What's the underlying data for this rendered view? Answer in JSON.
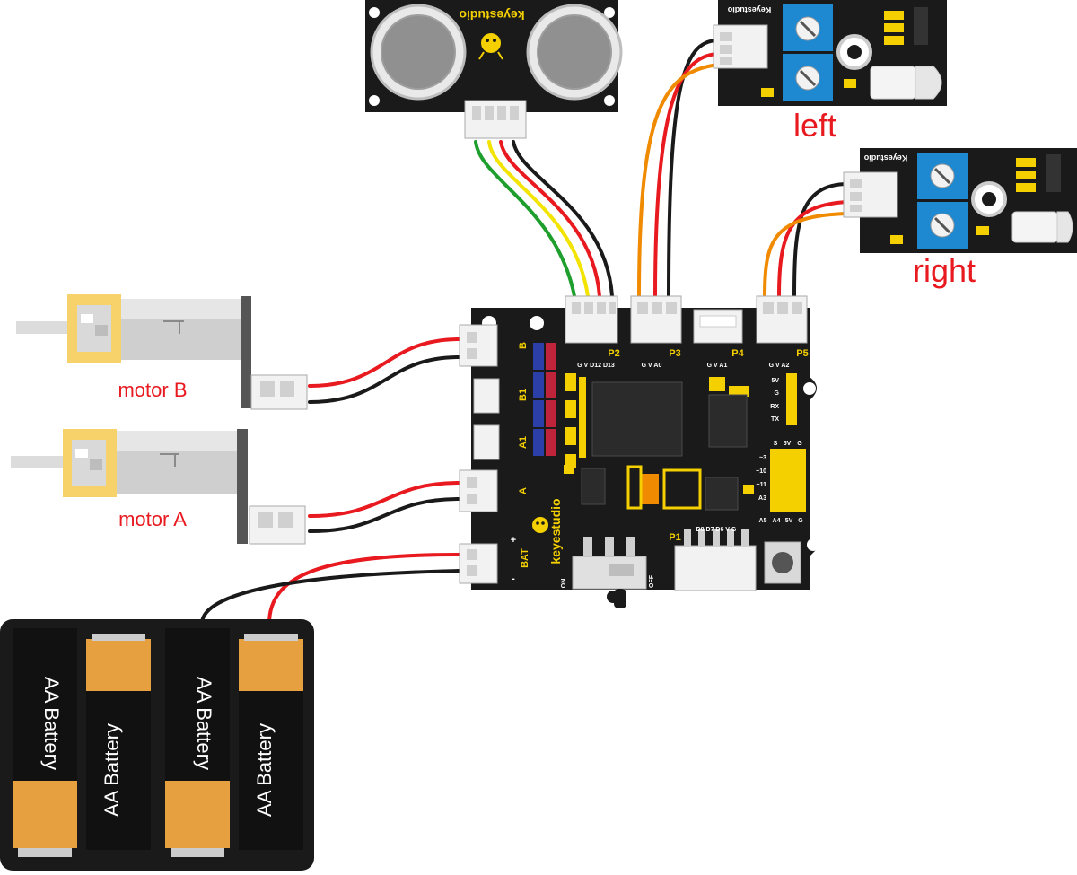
{
  "labels": {
    "left": "left",
    "right": "right",
    "motor_b": "motor B",
    "motor_a": "motor A"
  },
  "ultrasonic": {
    "brand": "keyestudio"
  },
  "ir_left": {
    "brand": "Keyestudio"
  },
  "ir_right": {
    "brand": "Keyestudio"
  },
  "board": {
    "brand": "keyestudio",
    "ports": {
      "p2": "P2",
      "p2_pins": "G  V  D12  D13",
      "p3": "P3",
      "p3_pins": "G  V  A0",
      "p4": "P4",
      "p4_pins": "G  V  A1",
      "p5": "P5",
      "p5_pins": "G  V  A2",
      "p1": "P1",
      "p1_pins": "D8  D7  D6  V  G",
      "b": "B",
      "b1": "B1",
      "a1": "A1",
      "a": "A",
      "bat": "BAT",
      "plus": "+",
      "minus": "-",
      "on": "ON",
      "off": "OFF"
    },
    "header_pins": [
      "5V",
      "G",
      "RX",
      "TX"
    ],
    "io_left": [
      "~3",
      "~10",
      "~11",
      "A3"
    ],
    "io_bottom": [
      "A5",
      "A4",
      "5V",
      "G"
    ],
    "io_top": [
      "S",
      "5V",
      "G"
    ]
  },
  "battery_cells": [
    "AA Battery",
    "AA Battery",
    "AA Battery",
    "AA Battery"
  ],
  "colors": {
    "pcb": "#1a1a1a",
    "silk": "#f5d000",
    "label_red": "#e8191f",
    "wire_red": "#e8191f",
    "wire_black": "#1a1a1a",
    "wire_green": "#1e9e2c",
    "wire_yellow": "#f2e300",
    "wire_orange": "#f08a00",
    "trimpot": "#1e88d0",
    "motor_gear": "#f7d16a"
  }
}
